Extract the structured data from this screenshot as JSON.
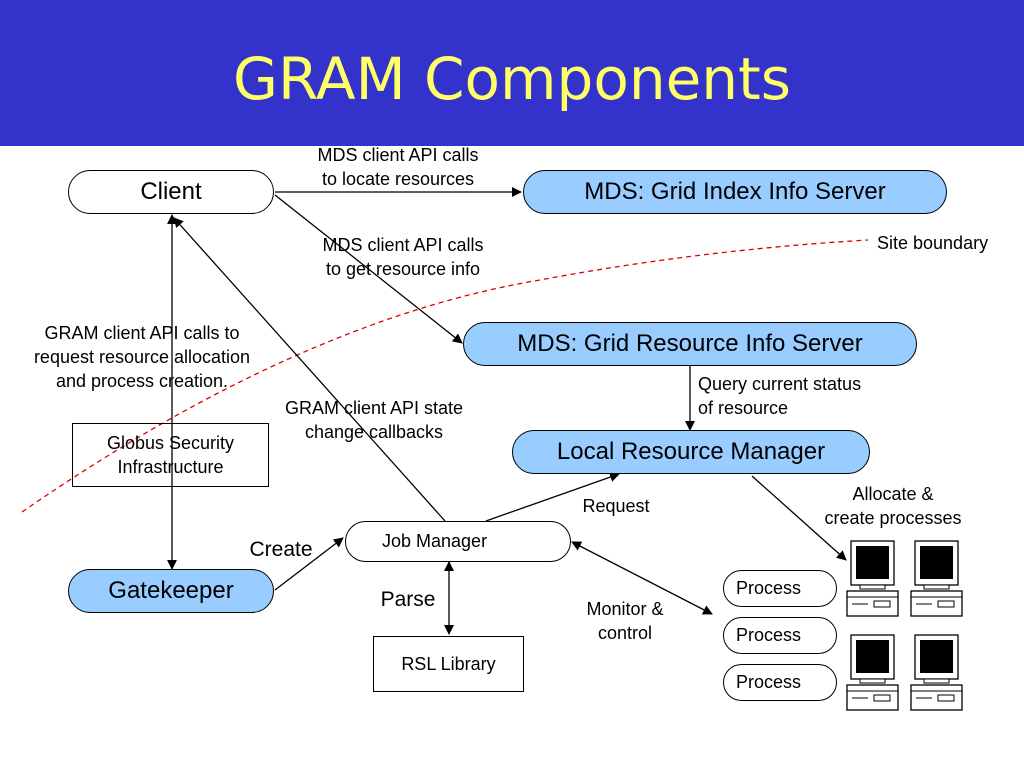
{
  "slide": {
    "title": "GRAM Components"
  },
  "nodes": {
    "client": "Client",
    "mds_index": "MDS: Grid Index Info Server",
    "mds_resource": "MDS: Grid Resource Info Server",
    "local_rm": "Local Resource Manager",
    "gsi": "Globus Security\nInfrastructure",
    "gatekeeper": "Gatekeeper",
    "job_manager": "Job Manager",
    "rsl_library": "RSL Library",
    "process_1": "Process",
    "process_2": "Process",
    "process_3": "Process"
  },
  "labels": {
    "mds_locate": "MDS client API calls\nto locate resources",
    "mds_info": "MDS client API calls\nto get resource info",
    "site_boundary": "Site boundary",
    "gram_request": "GRAM client API calls to\nrequest resource allocation\nand process creation.",
    "query_status": "Query current status\nof resource",
    "state_callbacks": "GRAM client API state\nchange callbacks",
    "allocate": "Allocate &\ncreate processes",
    "request": "Request",
    "create": "Create",
    "parse": "Parse",
    "monitor": "Monitor &\ncontrol"
  },
  "colors": {
    "title_bar": "#3333cc",
    "title_text": "#ffff66",
    "node_fill": "#99ccff",
    "boundary": "#dd0000"
  },
  "icons": [
    "computer-icon",
    "computer-icon",
    "computer-icon",
    "computer-icon"
  ]
}
